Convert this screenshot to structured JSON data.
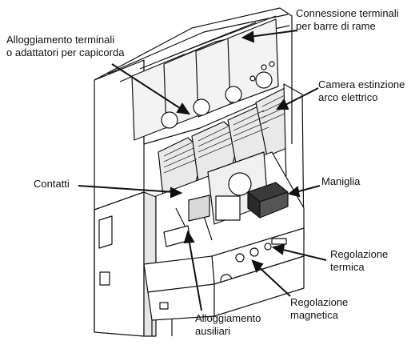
{
  "diagram": {
    "labels": {
      "connessione": {
        "lines": [
          "Connessione terminali",
          "per barre di rame"
        ]
      },
      "alloggiamento_terminali": {
        "lines": [
          "Alloggiamento terminali",
          "o adattatori per capicorda"
        ]
      },
      "camera": {
        "lines": [
          "Camera estinzione",
          "arco elettrico"
        ]
      },
      "contatti": {
        "lines": [
          "Contatti"
        ]
      },
      "maniglia": {
        "lines": [
          "Maniglia"
        ]
      },
      "regolazione_termica": {
        "lines": [
          "Regolazione",
          "termica"
        ]
      },
      "regolazione_magnetica": {
        "lines": [
          "Regolazione",
          "magnetica"
        ]
      },
      "alloggiamento_ausiliari": {
        "lines": [
          "Alloggiamento",
          "ausiliari"
        ]
      }
    },
    "colors": {
      "ink": "#111111",
      "body_fill": "#ffffff",
      "shade": "#d9d9d9",
      "dark": "#2a2a2a"
    }
  }
}
